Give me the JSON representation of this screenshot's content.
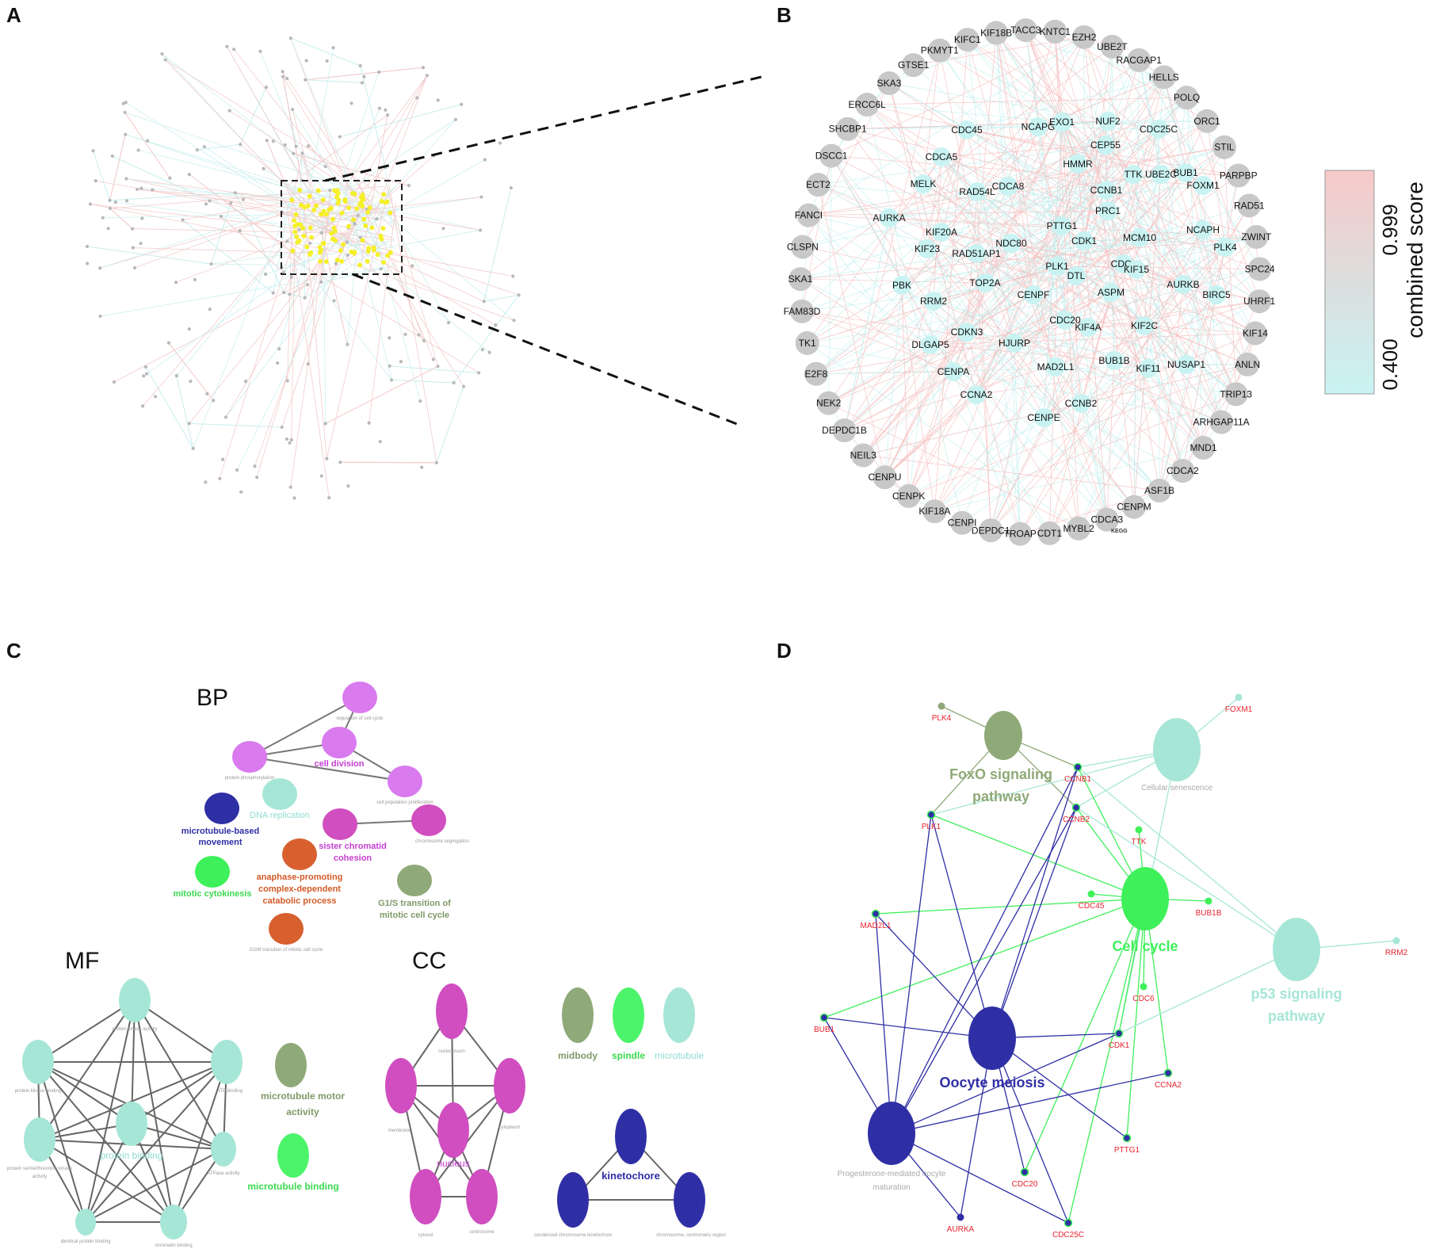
{
  "panels": {
    "a": "A",
    "b": "B",
    "c": "C",
    "d": "D"
  },
  "panel_b": {
    "outer_genes": [
      "TACC3",
      "KNTC1",
      "EZH2",
      "UBE2T",
      "RACGAP1",
      "HELLS",
      "POLQ",
      "ORC1",
      "STIL",
      "PARPBP",
      "RAD51",
      "ZWINT",
      "SPC24",
      "UHRF1",
      "KIF14",
      "ANLN",
      "TRIP13",
      "ARHGAP11A",
      "MND1",
      "CDCA2",
      "ASF1B",
      "CENPM",
      "CDCA3",
      "MYBL2",
      "CDT1",
      "TROAP",
      "DEPDC1",
      "CENPI",
      "KIF18A",
      "CENPK",
      "CENPU",
      "NEIL3",
      "DEPDC1B",
      "NEK2",
      "E2F8",
      "TK1",
      "FAM83D",
      "SKA1",
      "CLSPN",
      "FANCI",
      "ECT2",
      "DSCC1",
      "SHCBP1",
      "ERCC6L",
      "SKA3",
      "GTSE1",
      "PKMYT1",
      "KIFC1",
      "KIF18B"
    ],
    "inner_genes": [
      "CDC45",
      "NCAPG",
      "EXO1",
      "NUF2",
      "CDC25C",
      "CEP55",
      "CDCA5",
      "HMMR",
      "TTK",
      "UBE2C",
      "BUB1",
      "FOXM1",
      "MELK",
      "RAD54L",
      "CDCA8",
      "CCNB1",
      "AURKA",
      "PRC1",
      "KIF20A",
      "PTTG1",
      "NCAPH",
      "KIF23",
      "NDC80",
      "CDK1",
      "MCM10",
      "PLK4",
      "RAD51AP1",
      "CDC6",
      "PLK1",
      "KIF15",
      "DTL",
      "PBK",
      "TOP2A",
      "CENPF",
      "ASPM",
      "AURKB",
      "BIRC5",
      "RRM2",
      "CDC20",
      "KIF4A",
      "KIF2C",
      "CDKN3",
      "HJURP",
      "DLGAP5",
      "BUB1B",
      "MAD2L1",
      "KIF11",
      "NUSAP1",
      "CENPA",
      "CCNA2",
      "CCNB2",
      "CENPE"
    ],
    "small_label": "KEGG",
    "legend": {
      "title": "combined score",
      "max": "0.999",
      "min": "0.400",
      "color_high": "#f7c9c9",
      "color_low": "#c9f3f3"
    }
  },
  "panel_c": {
    "BP": {
      "title": "BP",
      "terms": {
        "cell_division": "cell division",
        "regulation": "regulation of cell cycle",
        "prot_phos": "protein phosphorylation",
        "cell_prolif": "cell population proliferation",
        "dna_rep": "DNA replication",
        "mt_move_1": "microtubule-based",
        "mt_move_2": "movement",
        "sister_1": "sister chromatid",
        "sister_2": "cohesion",
        "chrom_seg": "chromosome segregation",
        "apc_1": "anaphase-promoting",
        "apc_2": "complex-dependent",
        "apc_3": "catabolic process",
        "mit_cyto": "mitotic cytokinesis",
        "g1s_1": "G1/S transition of",
        "g1s_2": "mitotic cell cycle",
        "g2m": "G2/M transition of mitotic cell cycle"
      }
    },
    "MF": {
      "title": "MF",
      "terms": {
        "prot_kin_act": "protein kinase activity",
        "prot_kin_bind": "protein kinase binding",
        "atp_bind": "ATP binding",
        "prot_bind": "protein binding",
        "ser_thr_1": "protein serine/threonine kinase",
        "ser_thr_2": "activity",
        "atpase": "ATPase activity",
        "ident": "identical protein binding",
        "chrom_bind": "chromatin binding",
        "motor_1": "microtubule motor",
        "motor_2": "activity",
        "mt_bind": "microtubule binding"
      }
    },
    "CC": {
      "title": "CC",
      "terms": {
        "nucleoplasm": "nucleoplasm",
        "membrane": "membrane",
        "cytoplasm": "cytoplasm",
        "nucleus": "nucleus",
        "cytosol": "cytosol",
        "centrosome": "centrosome",
        "midbody": "midbody",
        "spindle": "spindle",
        "microtubule": "microtubule",
        "kinetochore": "kinetochore",
        "cond_kin": "condensed chromosome kinetochore",
        "centromeric": "chromosome, centromeric region"
      }
    }
  },
  "panel_d": {
    "pathways": {
      "foxo_1": "FoxO signaling",
      "foxo_2": "pathway",
      "senescence": "Cellular senescence",
      "cell_cycle": "Cell cycle",
      "p53_1": "p53 signaling",
      "p53_2": "pathway",
      "oocyte": "Oocyte meiosis",
      "prog_1": "Progesterone-mediated oocyte",
      "prog_2": "maturation"
    },
    "genes": {
      "plk4": "PLK4",
      "foxm1": "FOXM1",
      "ccnb1": "CCNB1",
      "ccnb2": "CCNB2",
      "plk1": "PLK1",
      "ttk": "TTK",
      "cdc45": "CDC45",
      "bub1b": "BUB1B",
      "mad2l1": "MAD2L1",
      "rrm2": "RRM2",
      "cdc6": "CDC6",
      "bub1": "BUB1",
      "cdk1": "CDK1",
      "ccna2": "CCNA2",
      "pttg1": "PTTG1",
      "cdc20": "CDC20",
      "aurka": "AURKA",
      "cdc25c": "CDC25C"
    },
    "colors": {
      "foxo": "#8fa978",
      "cell_cycle": "#3ef05a",
      "p53": "#a6e6d6",
      "oocyte": "#2f2fa5",
      "gene_text": "#e8232f"
    }
  }
}
